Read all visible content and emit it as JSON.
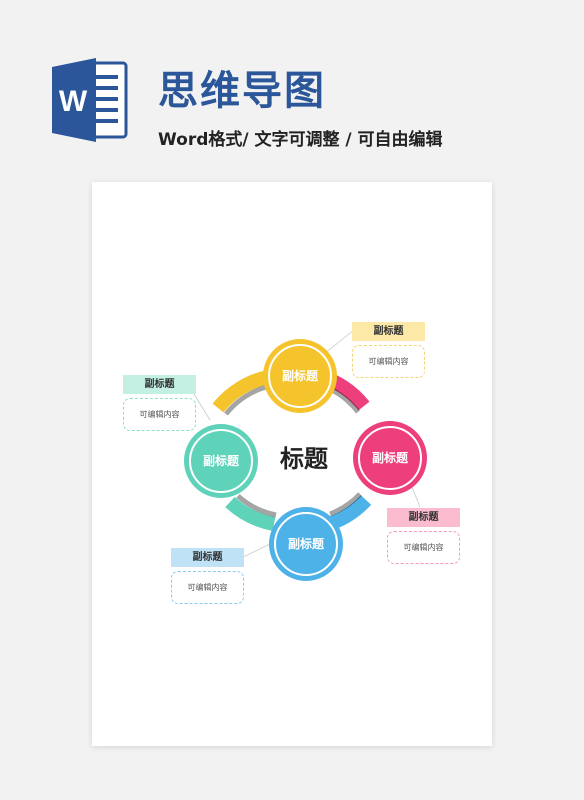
{
  "header": {
    "app_icon": "word-doc-icon",
    "app_letter": "W",
    "title": "思维导图",
    "subtitle": "Word格式/ 文字可调整 / 可自由编辑"
  },
  "diagram": {
    "center_label": "标题",
    "nodes": [
      {
        "id": "top",
        "label": "副标题",
        "callout_title": "副标题",
        "callout_body": "可编辑内容",
        "color": "#f5c42c"
      },
      {
        "id": "right",
        "label": "副标题",
        "callout_title": "副标题",
        "callout_body": "可编辑内容",
        "color": "#ec3f7c"
      },
      {
        "id": "bottom",
        "label": "副标题",
        "callout_title": "副标题",
        "callout_body": "可编辑内容",
        "color": "#4db2e8"
      },
      {
        "id": "left",
        "label": "副标题",
        "callout_title": "副标题",
        "callout_body": "可编辑内容",
        "color": "#5ed3b9"
      }
    ]
  },
  "colors": {
    "brand": "#2b579a",
    "callout_top_fill": "#fce9a8",
    "callout_right_fill": "#fbbcd0",
    "callout_bottom_fill": "#bfe2f7",
    "callout_left_fill": "#c3f0e3"
  }
}
